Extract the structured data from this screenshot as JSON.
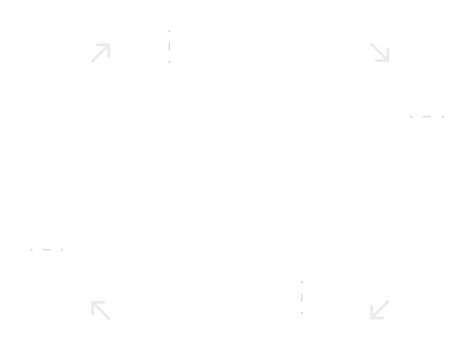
{
  "canvas": {
    "background": "#ffffff",
    "arrow_color": "#ebebeb",
    "marker_color": "#cccccc"
  },
  "icons": {
    "arrows": [
      "arrow-up-right-icon",
      "arrow-down-right-icon",
      "arrow-up-left-icon",
      "arrow-down-left-icon"
    ],
    "markers": [
      "vertical-dash-marker",
      "horizontal-dash-marker",
      "horizontal-dash-marker",
      "vertical-dash-marker"
    ]
  }
}
